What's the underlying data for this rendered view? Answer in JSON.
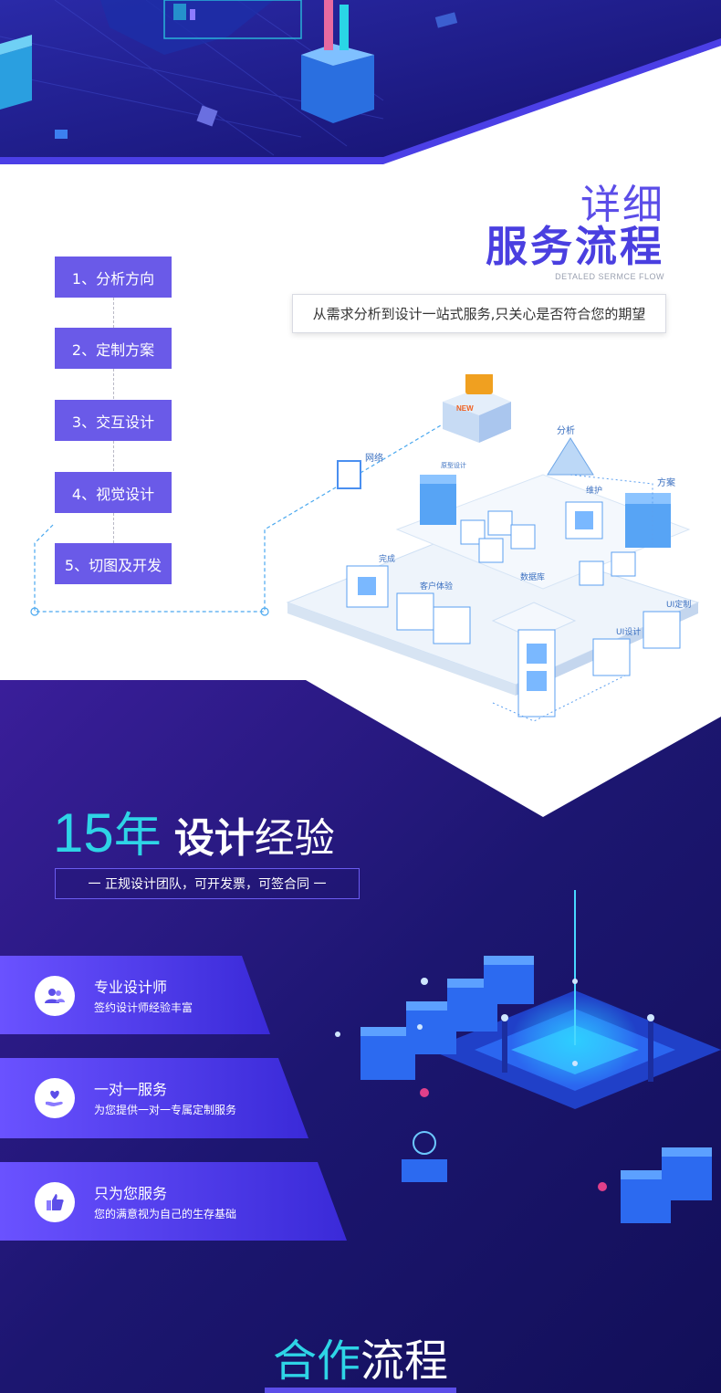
{
  "flow": {
    "title_line1": "详细",
    "title_line2": "服务流程",
    "subtitle_en": "DETALED SERMCE FLOW",
    "tagline": "从需求分析到设计一站式服务,只关心是否符合您的期望",
    "steps": [
      {
        "label": "1、分析方向"
      },
      {
        "label": "2、定制方案"
      },
      {
        "label": "3、交互设计"
      },
      {
        "label": "4、视觉设计"
      },
      {
        "label": "5、切图及开发"
      }
    ],
    "diagram_labels": {
      "new_badge": "NEW",
      "analysis": "分析",
      "prototype": "原型设计",
      "network": "网络",
      "plan": "方案",
      "maintain": "维护",
      "complete": "完成",
      "customer": "客户体验",
      "database": "数据库",
      "ui_design": "UI设计",
      "ui_custom": "UI定制"
    }
  },
  "experience": {
    "title_num": "15",
    "title_year": "年",
    "title_bold": "设计",
    "title_light": "经验",
    "subtitle": "一 正规设计团队，可开发票，可签合同 一",
    "features": [
      {
        "title": "专业设计师",
        "desc": "签约设计师经验丰富",
        "icon": "users-icon"
      },
      {
        "title": "一对一服务",
        "desc": "为您提供一对一专属定制服务",
        "icon": "heart-hand-icon"
      },
      {
        "title": "只为您服务",
        "desc": "您的满意视为自己的生存基础",
        "icon": "thumbs-up-icon"
      }
    ]
  },
  "cooperation": {
    "title_a": "合作",
    "title_b": "流程"
  },
  "colors": {
    "accent": "#5b4de8",
    "step_bg": "#6a5ae8",
    "cyan": "#2ed4e6",
    "dark_bg": "#1a1565"
  }
}
